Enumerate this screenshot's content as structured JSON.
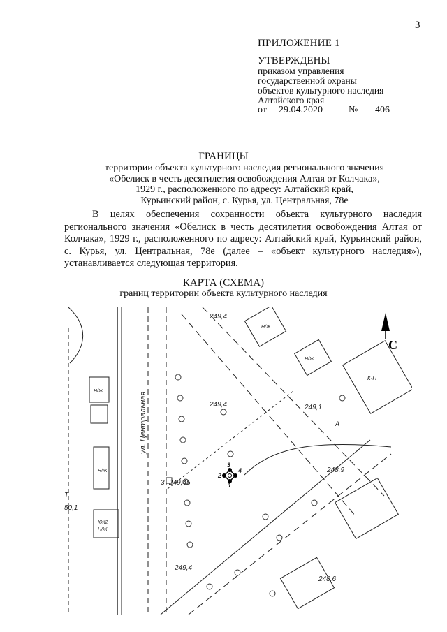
{
  "page_number": "3",
  "header": {
    "appendix": "ПРИЛОЖЕНИЕ 1",
    "approved": "УТВЕРЖДЕНЫ",
    "order_lines": [
      "приказом управления",
      "государственной охраны",
      "объектов культурного наследия",
      "Алтайского края"
    ],
    "date_prefix": "от",
    "date": "29.04.2020",
    "number_sign": "№",
    "number": "406"
  },
  "document": {
    "title": "ГРАНИЦЫ",
    "subtitle_lines": [
      "территории объекта культурного наследия регионального значения",
      "«Обелиск в честь десятилетия освобождения Алтая от Колчака»,",
      "1929 г., расположенного по адресу: Алтайский край,",
      "Курьинский район, с. Курья, ул. Центральная, 78е"
    ],
    "paragraph": "В целях обеспечения сохранности объекта культурного наследия регионального значения «Обелиск в честь десятилетия освобождения Алтая от Колчака», 1929 г., расположенного по адресу: Алтайский край, Курьинский район, с. Курья, ул. Центральная, 78е (далее – «объект культурного наследия»), устанавливается следующая территория."
  },
  "map": {
    "title": "КАРТА (СХЕМА)",
    "subtitle": "границ территории объекта культурного наследия",
    "street_label": "ул. Центральная",
    "north_label": "С",
    "elevations": [
      "249,4",
      "249,4",
      "249,1",
      "249,45",
      "248,9",
      "249,4",
      "248,6"
    ],
    "point_labels": [
      "1",
      "2",
      "3",
      "4"
    ],
    "edge_label": "50,1",
    "edge_label_t": "Т",
    "building_labels": [
      "Н/Ж",
      "Н/Ж",
      "Н/Ж",
      "К-П",
      "Н/Ж",
      "КЖ2",
      "Н/Ж"
    ],
    "point3_label": "3",
    "area_label": "А"
  }
}
